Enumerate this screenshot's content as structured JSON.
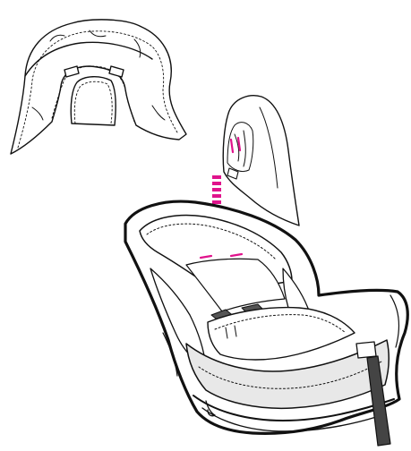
{
  "figure": {
    "type": "assembly-instruction-illustration",
    "panels": [
      "head-pillow",
      "insert-side-view",
      "car-seat"
    ],
    "arrow_direction": "down",
    "marker_count": 2
  },
  "colors": {
    "line": "#111111",
    "fill": "#ffffff",
    "shade": "#e8e8e8",
    "dark_shade": "#555555",
    "accent": "#e0138c"
  }
}
